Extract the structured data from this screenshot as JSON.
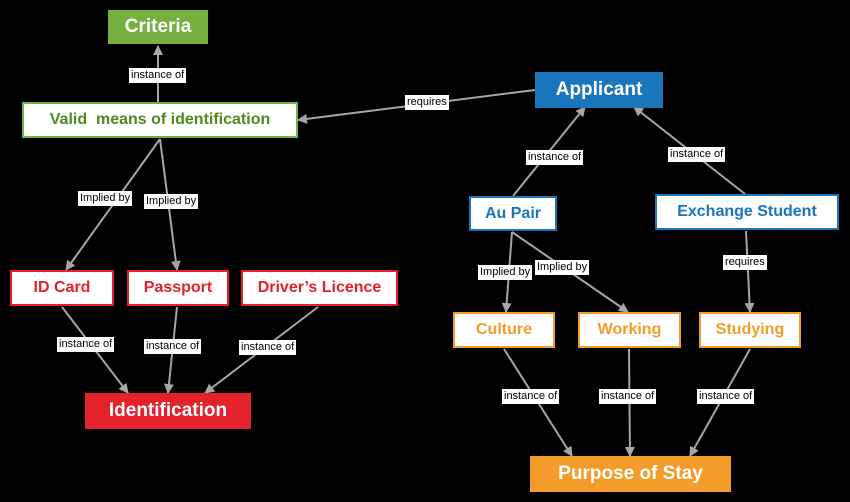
{
  "nodes": {
    "criteria": "Criteria",
    "valid_id": "Valid  means of identification",
    "applicant": "Applicant",
    "au_pair": "Au Pair",
    "exchange_student": "Exchange Student",
    "id_card": "ID Card",
    "passport": "Passport",
    "drivers_licence": "Driver’s Licence",
    "identification": "Identification",
    "culture": "Culture",
    "working": "Working",
    "studying": "Studying",
    "purpose_of_stay": "Purpose of Stay"
  },
  "edges": {
    "valid_id_criteria": "instance of",
    "applicant_valid_id": "requires",
    "au_pair_applicant": "instance of",
    "exchange_applicant": "instance of",
    "id_card_valid_id": "Implied by",
    "passport_valid_id": "Implied by",
    "culture_au_pair": "Implied by",
    "working_au_pair": "Implied by",
    "exchange_studying": "requires",
    "id_card_identification": "instance of",
    "passport_identification": "instance of",
    "licence_identification": "instance of",
    "culture_purpose": "instance of",
    "working_purpose": "instance of",
    "studying_purpose": "instance of"
  },
  "colors": {
    "green": "#77b041",
    "blue": "#1b75bb",
    "red": "#e3222c",
    "orange": "#f39c2a",
    "edge": "#a6a6a6"
  }
}
